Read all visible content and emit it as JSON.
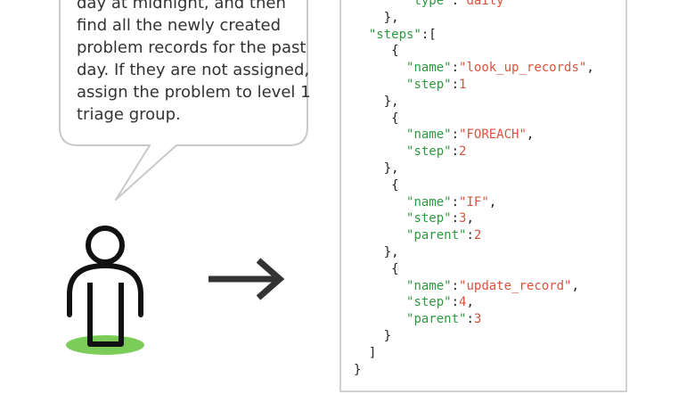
{
  "speech": {
    "lines": [
      "day at midnight, and then",
      "find all the newly created",
      "problem records for the past",
      "day. If they are not assigned,",
      "assign the problem to level 1",
      "triage group."
    ]
  },
  "code": {
    "trigger_type": {
      "key": "\"type\"",
      "value": "\"daily\""
    },
    "steps_key": "\"steps\"",
    "steps": [
      {
        "name_key": "\"name\"",
        "name": "\"look_up_records\"",
        "step_key": "\"step\"",
        "step": "1"
      },
      {
        "name_key": "\"name\"",
        "name": "\"FOREACH\"",
        "step_key": "\"step\"",
        "step": "2"
      },
      {
        "name_key": "\"name\"",
        "name": "\"IF\"",
        "step_key": "\"step\"",
        "step": "3",
        "parent_key": "\"parent\"",
        "parent": "2"
      },
      {
        "name_key": "\"name\"",
        "name": "\"update_record\"",
        "step_key": "\"step\"",
        "step": "4",
        "parent_key": "\"parent\"",
        "parent": "3"
      }
    ]
  },
  "colors": {
    "bubble_stroke": "#c9c9c9",
    "figure": "#111111",
    "ground": "#7ccc5a",
    "arrow": "#333333",
    "panel_border": "#d2d2d2",
    "json_key": "#2e9a3e",
    "json_value": "#d9533c"
  },
  "icons": [
    "speech-bubble-icon",
    "person-icon",
    "right-arrow-icon"
  ]
}
